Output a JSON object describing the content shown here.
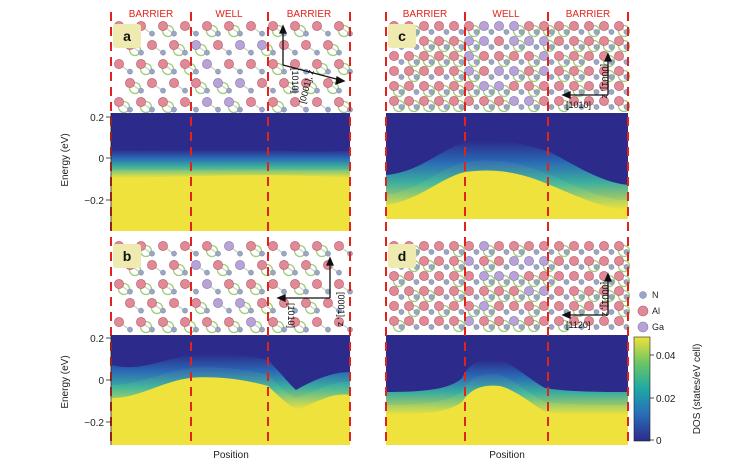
{
  "figure": {
    "region_labels": [
      "BARRIER",
      "WELL",
      "BARRIER"
    ],
    "y_axis_label": "Energy (eV)",
    "x_axis_label": "Position",
    "y_ticks": [
      "0.2",
      "0",
      "−0.2"
    ],
    "panels": [
      {
        "letter": "a",
        "dir_1": "[1010]",
        "dir_2": "[0001], z"
      },
      {
        "letter": "b",
        "dir_1": "[1010]",
        "dir_2": "[0001], z"
      },
      {
        "letter": "c",
        "dir_1": "[0001], z",
        "dir_2": "[1010]"
      },
      {
        "letter": "d",
        "dir_1": "[0001], z",
        "dir_2": "[1120]"
      }
    ],
    "atom_legend": [
      {
        "label": "N",
        "color": "#9aa6c4"
      },
      {
        "label": "Al",
        "color": "#e08a98"
      },
      {
        "label": "Ga",
        "color": "#b7a3d6"
      }
    ],
    "colorbar": {
      "label": "DOS (states/eV cell)",
      "ticks": [
        "0.04",
        "0.02",
        "0"
      ],
      "colors": [
        "#2c2a8a",
        "#2a6bb8",
        "#1da8a6",
        "#6cc564",
        "#efe23c"
      ]
    },
    "colors": {
      "boundary": "#e0241b",
      "dos_low": "#2c2a8a",
      "dos_high": "#efe23c"
    }
  }
}
